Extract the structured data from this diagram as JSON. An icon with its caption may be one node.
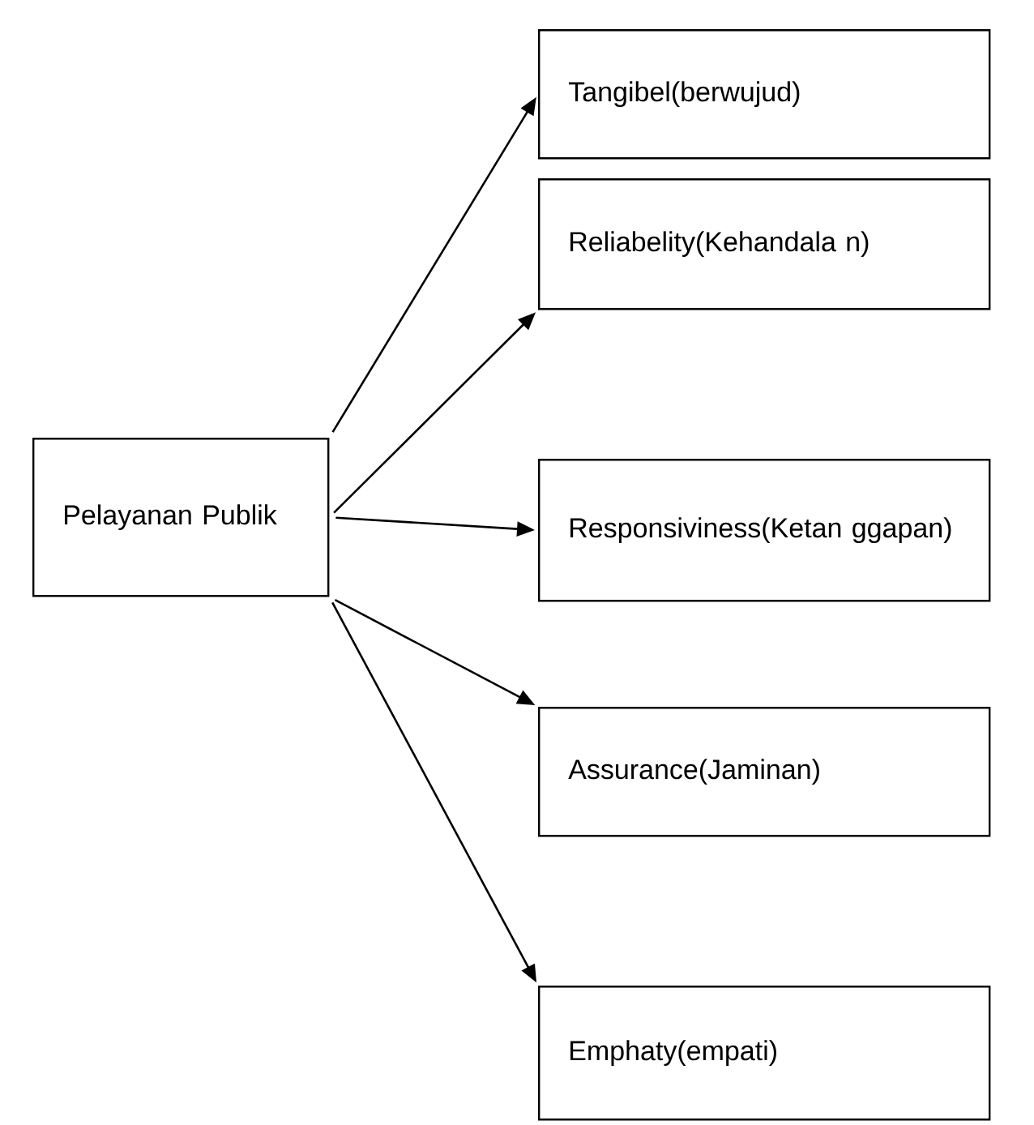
{
  "diagram": {
    "nodes": [
      {
        "text": [
          "Pelayanan Publik"
        ]
      },
      {
        "text": [
          "Tangibel(berwujud)"
        ]
      },
      {
        "text": [
          "Reliabelity(Kehandala n)"
        ]
      },
      {
        "text": [
          "Responsiviness(Ketan ggapan)"
        ]
      },
      {
        "text": [
          "Assurance(Jaminan)"
        ]
      },
      {
        "text": [
          "Emphaty(empati)"
        ]
      }
    ],
    "edges": [
      {
        "from": 0,
        "to": 1,
        "arrow": "to"
      },
      {
        "from": 0,
        "to": 2,
        "arrow": "to"
      },
      {
        "from": 0,
        "to": 3,
        "arrow": "to"
      },
      {
        "from": 0,
        "to": 4,
        "arrow": "to"
      },
      {
        "from": 0,
        "to": 5,
        "arrow": "to"
      }
    ]
  }
}
